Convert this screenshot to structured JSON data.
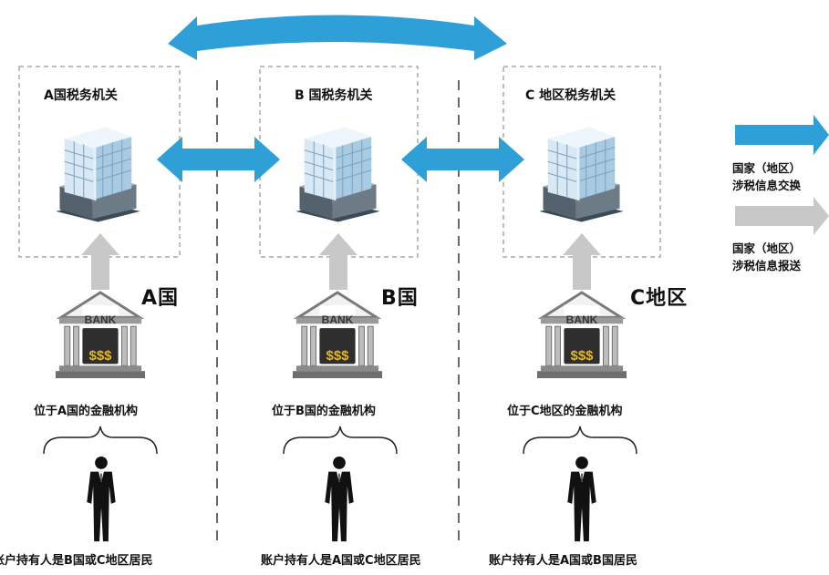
{
  "authorities": [
    {
      "title": "A国税务机关",
      "region": "A国",
      "institution": "位于A国的金融机构",
      "holder": "账户持有人是B国或C地区居民",
      "bank_label": "BANK",
      "vault_label": "$$$"
    },
    {
      "title": "B 国税务机关",
      "region": "B国",
      "institution": "位于B国的金融机构",
      "holder": "账户持有人是A国或C地区居民",
      "bank_label": "BANK",
      "vault_label": "$$$"
    },
    {
      "title": "C 地区税务机关",
      "region": "C地区",
      "institution": "位于C地区的金融机构",
      "holder": "账户持有人是A国或B国居民",
      "bank_label": "BANK",
      "vault_label": "$$$"
    }
  ],
  "legend": {
    "exchange": {
      "line1": "国家（地区）",
      "line2": "涉税信息交换"
    },
    "report": {
      "line1": "国家（地区）",
      "line2": "涉税信息报送"
    }
  },
  "colors": {
    "exchange_arrow": "#2f9fd7",
    "report_arrow": "#c8c8c8",
    "dashed_border": "#a8a8a8",
    "building_glass": "#bcd9ee",
    "building_dark": "#4e6f86",
    "bank_gray": "#8c8c8c",
    "vault_gold": "#e3b623"
  },
  "icons": [
    "building-icon",
    "bank-icon",
    "person-icon",
    "brace-icon",
    "double-arrow-icon",
    "up-arrow-icon"
  ]
}
